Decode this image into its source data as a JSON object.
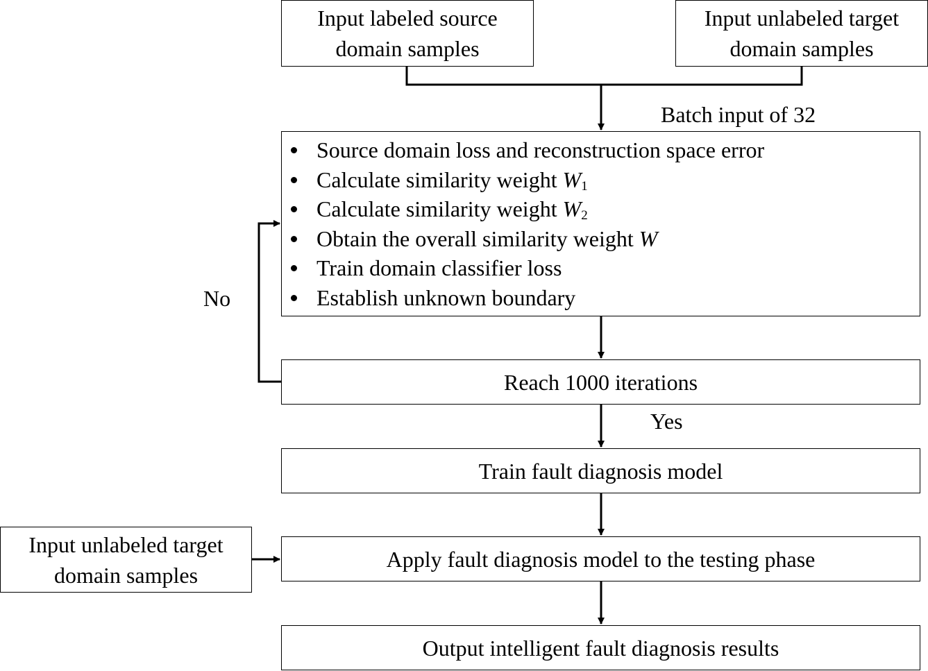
{
  "source_box": "Input labeled source domain samples",
  "target_box_top": "Input unlabeled target domain samples",
  "batch_label": "Batch input of 32",
  "steps": [
    {
      "text": "Source domain loss and reconstruction space error"
    },
    {
      "text": "Calculate similarity weight ",
      "var": "W",
      "sub": "1"
    },
    {
      "text": "Calculate similarity weight ",
      "var": "W",
      "sub": "2"
    },
    {
      "text": "Obtain the overall similarity weight ",
      "var": "W"
    },
    {
      "text": "Train domain classifier loss"
    },
    {
      "text": "Establish unknown boundary"
    }
  ],
  "no_label": "No",
  "iteration_box": "Reach 1000 iterations",
  "yes_label": "Yes",
  "train_box": "Train fault diagnosis model",
  "target_box_test": "Input unlabeled target domain samples",
  "apply_box": "Apply fault diagnosis model to the testing phase",
  "output_box": "Output intelligent fault diagnosis results"
}
